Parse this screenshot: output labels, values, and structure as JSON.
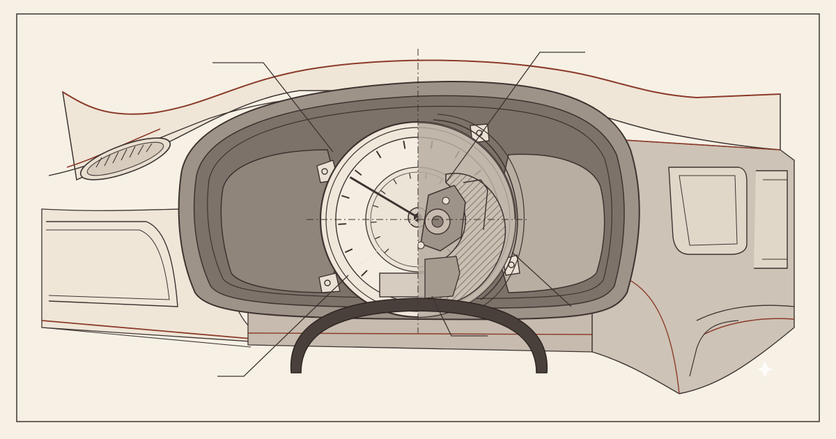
{
  "figure": {
    "subject": "instrument-cluster-cutaway",
    "style": "technical line illustration",
    "colors": {
      "paper": "#f6f0e5",
      "ink": "#3d3330",
      "accent_line": "#8c3b2a",
      "shade_light": "#cbc1b4",
      "shade_mid": "#b3a99c",
      "shade_dark": "#8a7f74",
      "hood_dark": "#7d7269",
      "dial_face": "#f3ede2",
      "cutaway_hatch": "#6e645b"
    },
    "callouts": [
      {
        "id": "hood",
        "label": ""
      },
      {
        "id": "gauge-cutaway",
        "label": ""
      },
      {
        "id": "bezel",
        "label": ""
      },
      {
        "id": "display",
        "label": ""
      },
      {
        "id": "wheel",
        "label": ""
      }
    ],
    "gauge": {
      "major_ticks": 14,
      "needle_reading_fraction": 0.28
    }
  }
}
